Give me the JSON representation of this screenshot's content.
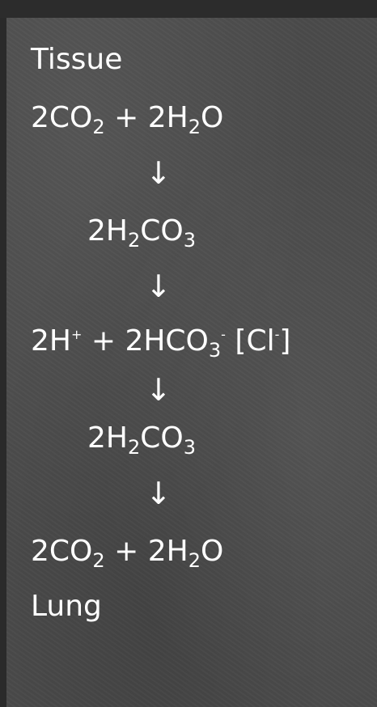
{
  "labels": {
    "top": "Tissue",
    "bottom": "Lung"
  },
  "equations": {
    "eq1": {
      "a": "2CO",
      "a_sub": "2",
      "plus": " + 2H",
      "b_sub": "2",
      "b": "O"
    },
    "eq2": {
      "a": "2H",
      "a_sub": "2",
      "b": "CO",
      "b_sub": "3"
    },
    "eq3": {
      "a": "2H",
      "a_sup": "+",
      "plus": " + 2HCO",
      "b_sub": "3",
      "b_sup": "-",
      "c": " [Cl",
      "c_sup": "-",
      "d": "]"
    },
    "eq4": {
      "a": "2H",
      "a_sub": "2",
      "b": "CO",
      "b_sub": "3"
    },
    "eq5": {
      "a": "2CO",
      "a_sub": "2",
      "plus": " + 2H",
      "b_sub": "2",
      "b": "O"
    }
  },
  "arrow_glyph": "↓"
}
